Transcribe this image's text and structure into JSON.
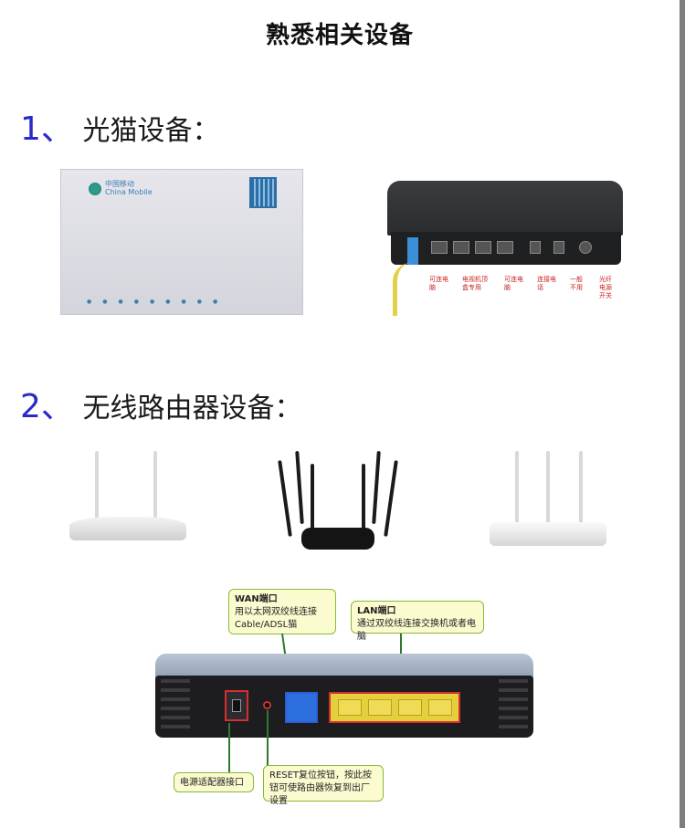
{
  "page": {
    "title": "熟悉相关设备"
  },
  "sections": [
    {
      "number": "1、",
      "label": "光猫设备："
    },
    {
      "number": "2、",
      "label": "无线路由器设备："
    }
  ],
  "ont_front": {
    "brand_cn": "中国移动",
    "brand_en": "China Mobile",
    "logo_color": "#2f9a8c"
  },
  "ont_back": {
    "labels": [
      "可连电脑",
      "电视机顶盒专用",
      "可连电脑",
      "连接电话",
      "一般不用",
      "光纤电源开关"
    ]
  },
  "router_back": {
    "callouts": {
      "wan_title": "WAN端口",
      "wan_text": "用以太网双绞线连接Cable/ADSL猫",
      "lan_title": "LAN端口",
      "lan_text": "通过双绞线连接交换机或者电脑",
      "power_text": "电源适配器接口",
      "reset_text": "RESET复位按钮，按此按钮可使路由器恢复到出厂设置"
    },
    "colors": {
      "wan": "#2e6fe0",
      "lan": "#e6cf3c",
      "highlight": "#d43030",
      "callout_border": "#8bb83a"
    }
  }
}
